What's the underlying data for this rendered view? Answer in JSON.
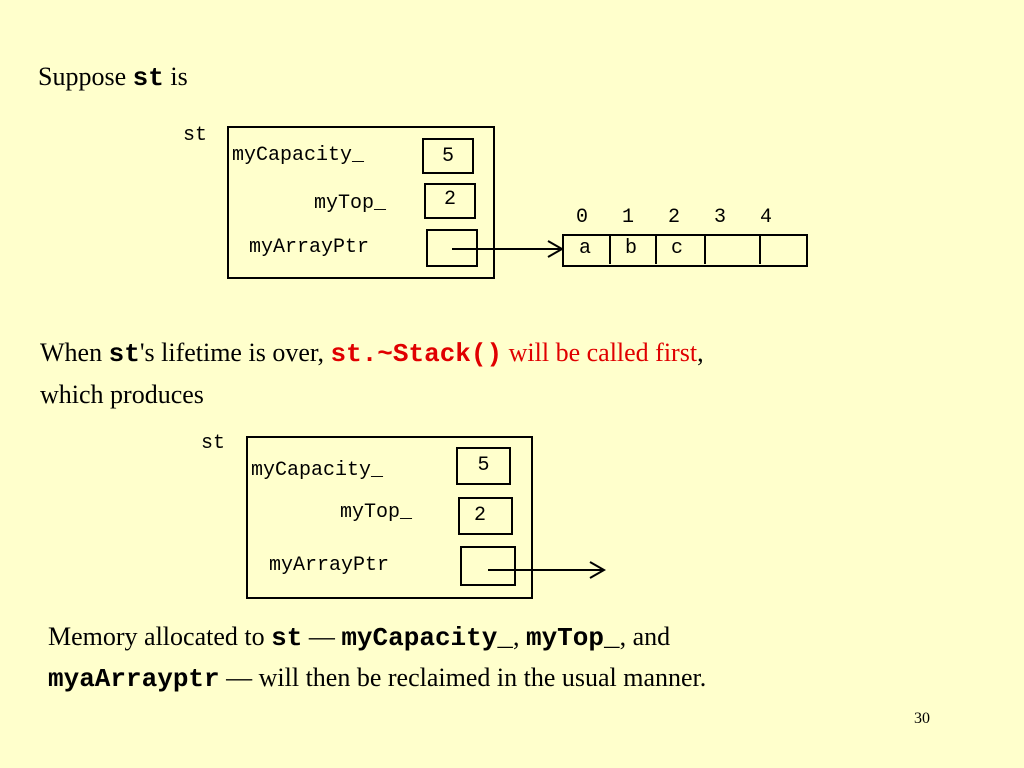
{
  "line1": {
    "before": "Suppose ",
    "code": "st",
    "after": " is"
  },
  "diagram1": {
    "var_label": "st",
    "field_capacity": "myCapacity_",
    "field_top": "myTop_",
    "field_ptr": "myArrayPtr",
    "capacity_value": "5",
    "top_value": "2",
    "array_indices": [
      "0",
      "1",
      "2",
      "3",
      "4"
    ],
    "array_cells": [
      "a",
      "b",
      "c",
      "",
      ""
    ]
  },
  "line2": {
    "part1": "When ",
    "code1": "st",
    "part2": "'s lifetime is over, ",
    "code2": "st.~Stack()",
    "part3": " will be called first",
    "part4": ",",
    "line_b": "which produces"
  },
  "diagram2": {
    "var_label": "st",
    "field_capacity": "myCapacity_",
    "field_top": "myTop_",
    "field_ptr": "myArrayPtr",
    "capacity_value": "5",
    "top_value": "2"
  },
  "line3": {
    "part1": "Memory allocated to ",
    "code1": "st",
    "part2": "  — ",
    "code2": "myCapacity_",
    "part3": ", ",
    "code3": "myTop_",
    "part4": ", and",
    "code4": "myaArrayptr",
    "part5": " — will then be reclaimed in the usual manner."
  },
  "page_number": "30"
}
